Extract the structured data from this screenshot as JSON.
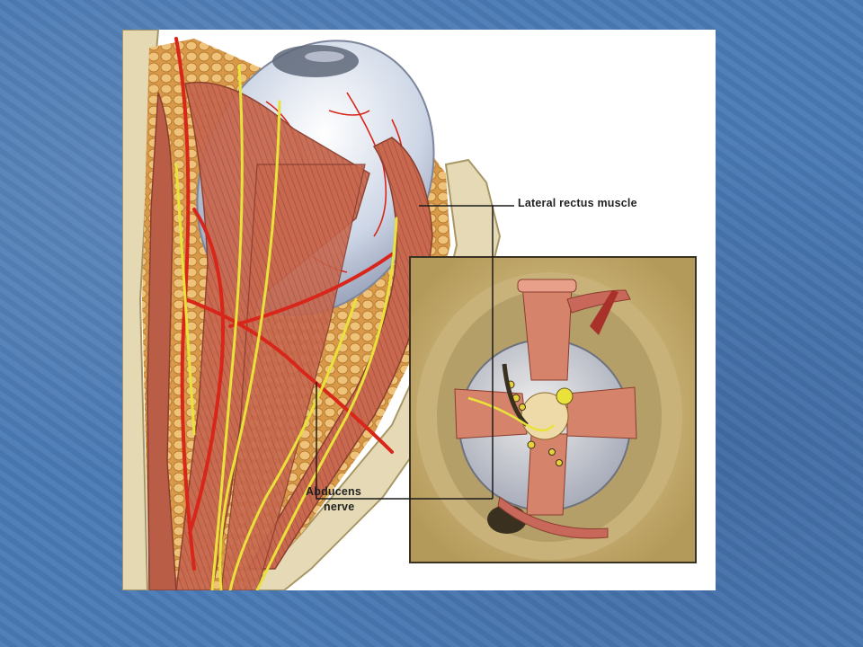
{
  "labels": {
    "lateral_rectus": "Lateral rectus muscle",
    "abducens_line1": "Abducens",
    "abducens_line2": "nerve"
  },
  "colors": {
    "slide_background": "#4a7ab4",
    "muscle": "#c0644f",
    "artery": "#d8261a",
    "nerve": "#e8e23a",
    "bone": "#d9c48a",
    "fat": "#e0b064",
    "eyeball": "#c9d4e3"
  }
}
